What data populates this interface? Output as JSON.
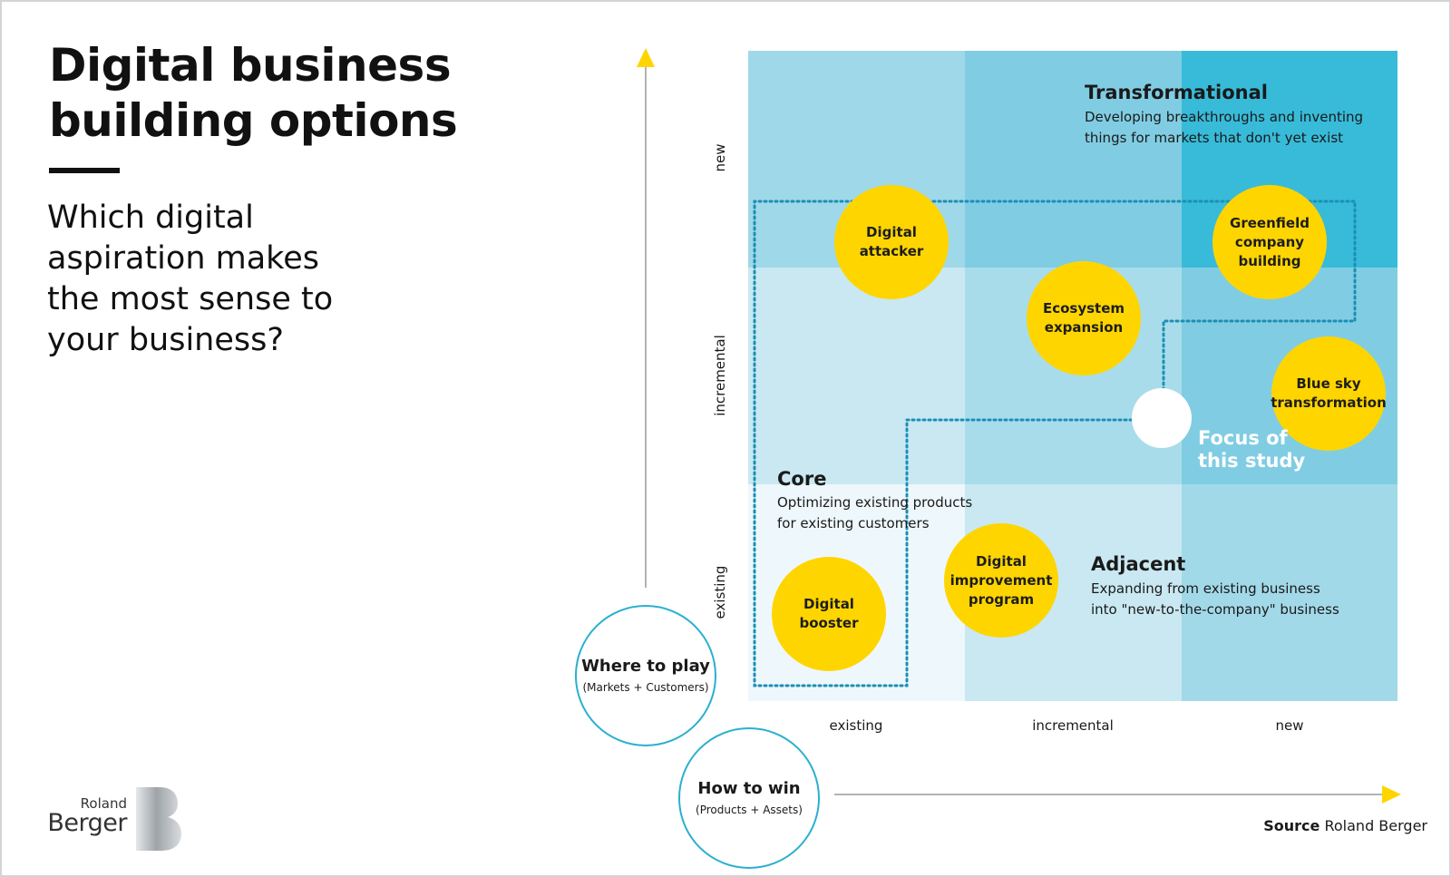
{
  "title_lines": [
    "Digital business",
    "building options"
  ],
  "subtitle_lines": [
    "Which digital",
    "aspiration makes",
    "the most sense to",
    "your business?"
  ],
  "colors": {
    "accent_yellow": "#ffd500",
    "ring_blue": "#2ab0cf",
    "dotted_blue": "#1b8fb5",
    "grid": [
      [
        "#9fd8e8",
        "#80cde3",
        "#38bbd9"
      ],
      [
        "#c9e8f2",
        "#a9dceb",
        "#80cde3"
      ],
      [
        "#eef7fb",
        "#c9e8f2",
        "#a2d9e8"
      ]
    ]
  },
  "y_axis": {
    "label_main": "Where to play",
    "label_sub": "(Markets + Customers)",
    "ticks": [
      "new",
      "incremental",
      "existing"
    ]
  },
  "x_axis": {
    "label_main": "How to win",
    "label_sub": "(Products + Assets)",
    "ticks": [
      "existing",
      "incremental",
      "new"
    ]
  },
  "quadrants": {
    "transformational": {
      "title": "Transformational",
      "desc": [
        "Developing breakthroughs and inventing",
        "things for markets that don't yet exist"
      ]
    },
    "core": {
      "title": "Core",
      "desc": [
        "Optimizing existing products",
        "for existing customers"
      ]
    },
    "adjacent": {
      "title": "Adjacent",
      "desc": [
        "Expanding from existing business",
        "into \"new-to-the-company\" business"
      ]
    }
  },
  "options": [
    {
      "id": "digital-attacker",
      "lines": [
        "Digital",
        "attacker"
      ]
    },
    {
      "id": "greenfield-company-building",
      "lines": [
        "Greenfield",
        "company",
        "building"
      ]
    },
    {
      "id": "ecosystem-expansion",
      "lines": [
        "Ecosystem",
        "expansion"
      ]
    },
    {
      "id": "blue-sky-transformation",
      "lines": [
        "Blue sky",
        "transformation"
      ]
    },
    {
      "id": "digital-improvement-program",
      "lines": [
        "Digital",
        "improvement",
        "program"
      ]
    },
    {
      "id": "digital-booster",
      "lines": [
        "Digital",
        "booster"
      ]
    }
  ],
  "focus_lines": [
    "Focus of",
    "this study"
  ],
  "source": {
    "label": "Source",
    "value": "Roland Berger"
  },
  "logo": {
    "line1": "Roland",
    "line2": "Berger",
    "mark": "B"
  }
}
